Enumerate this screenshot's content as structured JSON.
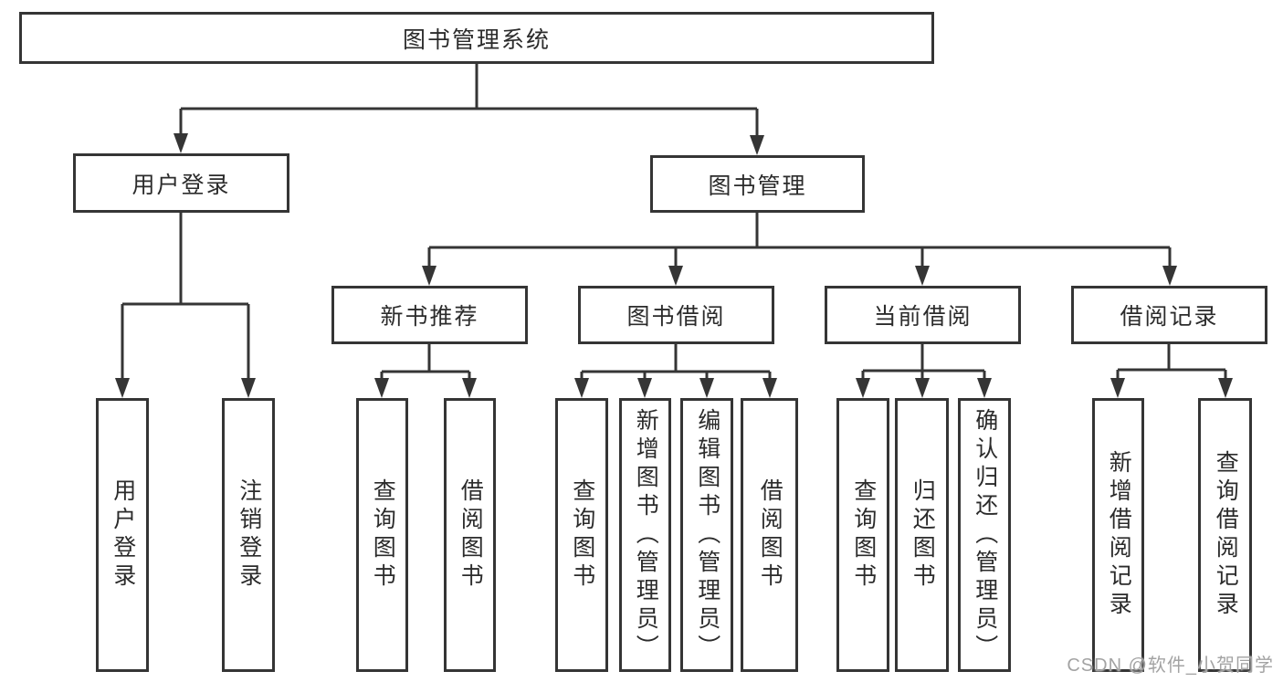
{
  "root": "图书管理系统",
  "tree": {
    "user_login": {
      "label": "用户登录",
      "leaves": [
        "用户登录",
        "注销登录"
      ]
    },
    "book_mgmt": {
      "label": "图书管理",
      "sections": {
        "new_books": {
          "label": "新书推荐",
          "leaves": [
            "查询图书",
            "借阅图书"
          ]
        },
        "borrow": {
          "label": "图书借阅",
          "leaves": [
            "查询图书",
            "新增图书（管理员）",
            "编辑图书（管理员）",
            "借阅图书"
          ]
        },
        "current": {
          "label": "当前借阅",
          "leaves": [
            "查询图书",
            "归还图书",
            "确认归还（管理员）"
          ]
        },
        "records": {
          "label": "借阅记录",
          "leaves": [
            "新增借阅记录",
            "查询借阅记录"
          ]
        }
      }
    }
  },
  "watermark": "CSDN @软件_小贺同学",
  "colors": {
    "line": "#353535",
    "text": "#2b2b2b",
    "watermark": "#a3a3a3",
    "background": "#ffffff"
  }
}
